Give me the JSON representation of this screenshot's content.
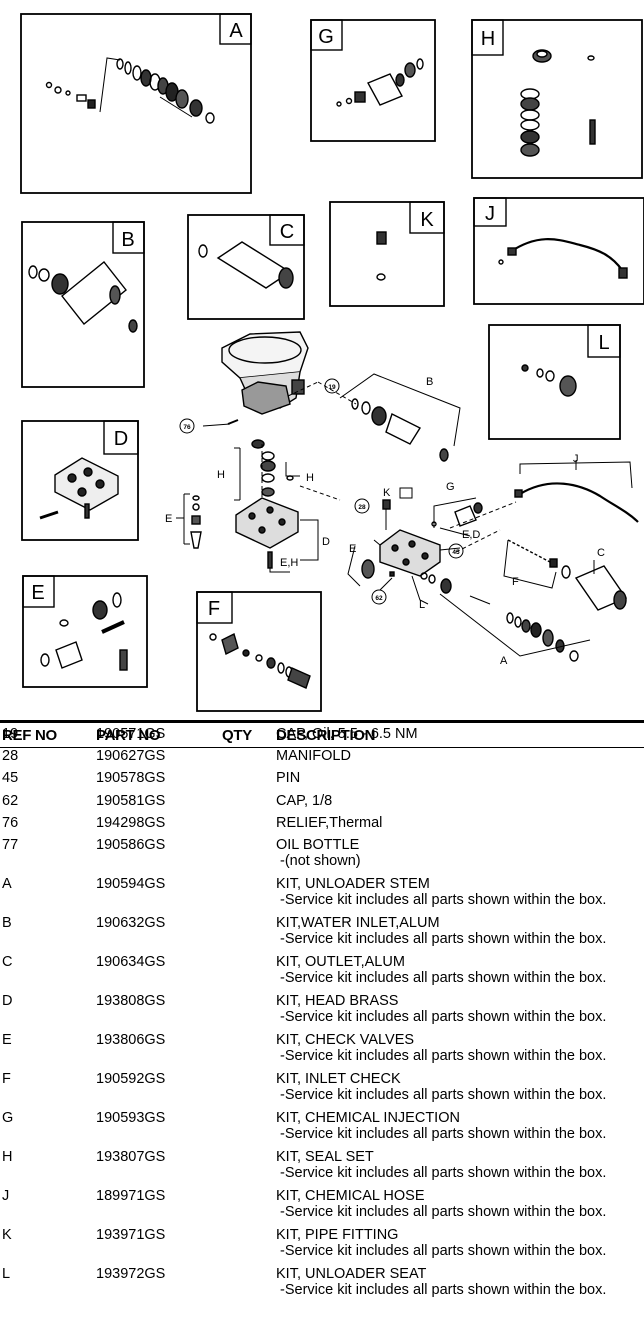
{
  "diagram": {
    "kit_boxes": [
      "A",
      "B",
      "C",
      "D",
      "E",
      "F",
      "G",
      "H",
      "J",
      "K",
      "L"
    ],
    "exploded_labels": {
      "b": "B",
      "h_left": "H",
      "h_right": "H",
      "e": "E",
      "d": "D",
      "eh": "E,H",
      "k": "K",
      "g": "G",
      "ed": "E,D",
      "j": "J",
      "e2": "E",
      "f": "F",
      "c": "C",
      "l": "L",
      "a": "A"
    },
    "callouts": {
      "c19": "19",
      "c76": "76",
      "c28": "28",
      "c45": "45",
      "c62": "62"
    }
  },
  "table": {
    "headers": {
      "ref": "REF NO",
      "part": "PART NO",
      "qty": "QTY",
      "desc": "DESCRIPTION"
    },
    "rows": [
      {
        "ref": "19",
        "part": "190571GS",
        "qty": "",
        "desc": "CAP, Oil, 5.5 - 6.5 NM",
        "note": ""
      },
      {
        "ref": "28",
        "part": "190627GS",
        "qty": "",
        "desc": "MANIFOLD",
        "note": ""
      },
      {
        "ref": "45",
        "part": "190578GS",
        "qty": "",
        "desc": "PIN",
        "note": ""
      },
      {
        "ref": "62",
        "part": "190581GS",
        "qty": "",
        "desc": "CAP, 1/8",
        "note": ""
      },
      {
        "ref": "76",
        "part": "194298GS",
        "qty": "",
        "desc": "RELIEF,Thermal",
        "note": ""
      },
      {
        "ref": "77",
        "part": "190586GS",
        "qty": "",
        "desc": "OIL BOTTLE",
        "note": "-(not shown)"
      },
      {
        "ref": "A",
        "part": "190594GS",
        "qty": "",
        "desc": "KIT, UNLOADER STEM",
        "note": "-Service kit includes all parts shown within the box."
      },
      {
        "ref": "B",
        "part": "190632GS",
        "qty": "",
        "desc": "KIT,WATER INLET,ALUM",
        "note": "-Service kit includes all parts shown within the box."
      },
      {
        "ref": "C",
        "part": "190634GS",
        "qty": "",
        "desc": "KIT, OUTLET,ALUM",
        "note": "-Service kit includes all parts shown within the box."
      },
      {
        "ref": "D",
        "part": "193808GS",
        "qty": "",
        "desc": "KIT, HEAD BRASS",
        "note": "-Service kit includes all parts shown within the box."
      },
      {
        "ref": "E",
        "part": "193806GS",
        "qty": "",
        "desc": "KIT, CHECK VALVES",
        "note": "-Service kit includes all parts shown within the box."
      },
      {
        "ref": "F",
        "part": "190592GS",
        "qty": "",
        "desc": "KIT, INLET CHECK",
        "note": "-Service kit includes all parts shown within the box."
      },
      {
        "ref": "G",
        "part": "190593GS",
        "qty": "",
        "desc": "KIT, CHEMICAL INJECTION",
        "note": "-Service kit includes all parts shown within the box."
      },
      {
        "ref": "H",
        "part": "193807GS",
        "qty": "",
        "desc": "KIT, SEAL SET",
        "note": "-Service kit includes all parts shown within the box."
      },
      {
        "ref": "J",
        "part": "189971GS",
        "qty": "",
        "desc": "KIT, CHEMICAL HOSE",
        "note": "-Service kit includes all parts shown within the box."
      },
      {
        "ref": "K",
        "part": "193971GS",
        "qty": "",
        "desc": "KIT, PIPE FITTING",
        "note": "-Service kit includes all parts shown within the box."
      },
      {
        "ref": "L",
        "part": "193972GS",
        "qty": "",
        "desc": "KIT, UNLOADER SEAT",
        "note": "-Service kit includes all parts shown within the box."
      }
    ]
  }
}
